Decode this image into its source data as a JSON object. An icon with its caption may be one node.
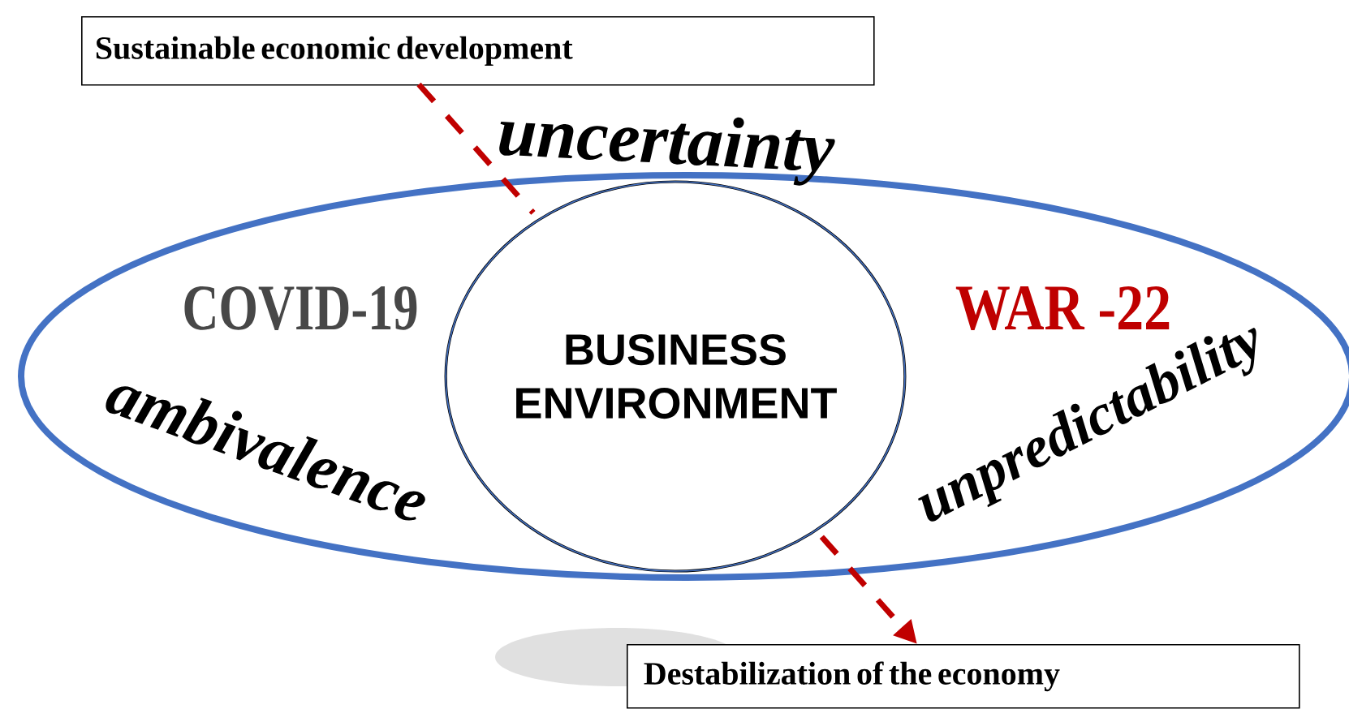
{
  "diagram": {
    "nodes": [
      {
        "text": [
          "Sustainable economic development"
        ]
      },
      {
        "text": [
          "uncertainty",
          "COVID-19",
          "WAR -22",
          "ambivalence",
          "unpredictability"
        ]
      },
      {
        "text": [
          "BUSINESS ENVIRONMENT"
        ],
        "in": 1
      },
      {
        "text": [
          "Destabilization of the economy"
        ]
      }
    ],
    "edges": [
      {
        "from": 0,
        "to": 3,
        "arrow": "to",
        "style": "dashed",
        "color": "#c00000"
      }
    ]
  }
}
